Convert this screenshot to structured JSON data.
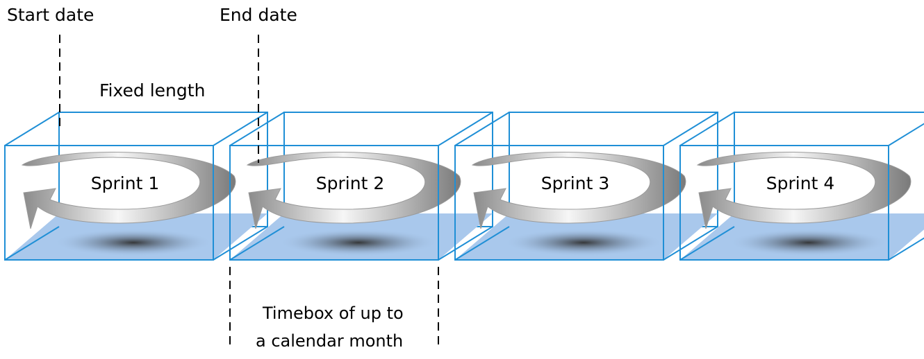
{
  "labels": {
    "start_date": "Start date",
    "end_date": "End date",
    "fixed_length": "Fixed length",
    "timebox_line1": "Timebox of up to",
    "timebox_line2": "a calendar month"
  },
  "sprints": [
    {
      "label": "Sprint 1"
    },
    {
      "label": "Sprint 2"
    },
    {
      "label": "Sprint 3"
    },
    {
      "label": "Sprint 4"
    }
  ],
  "colors": {
    "box_edge": "#1f8fd6",
    "floor": "#a9c8ec",
    "arrow_light": "#f4f4f4",
    "arrow_dark": "#7b7b7b",
    "text": "#000000",
    "guide": "#000000"
  }
}
